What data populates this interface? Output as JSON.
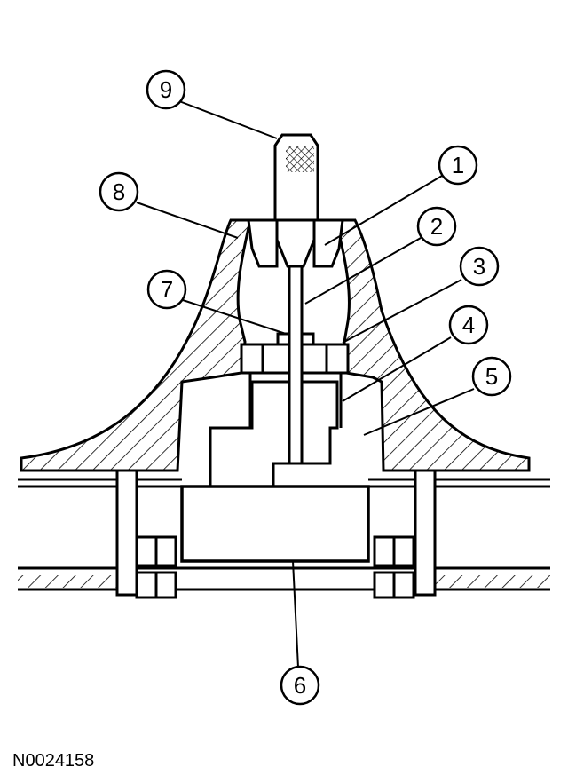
{
  "figure_id": "N0024158",
  "callouts": [
    "1",
    "2",
    "3",
    "4",
    "5",
    "6",
    "7",
    "8",
    "9"
  ],
  "colors": {
    "line": "#000000",
    "background": "#ffffff"
  }
}
